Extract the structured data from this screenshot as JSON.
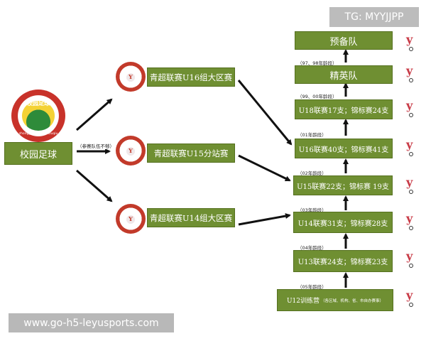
{
  "root": {
    "label": "校园足球",
    "note": "（参赛队伍不够）"
  },
  "middle": [
    {
      "label": "青超联赛U16组大区赛"
    },
    {
      "label": "青超联赛U15分站赛"
    },
    {
      "label": "青超联赛U14组大区赛"
    }
  ],
  "ladder": [
    {
      "label": "预备队"
    },
    {
      "label": "精英队",
      "age_note": "（97、98年龄段）"
    },
    {
      "label": "U18联赛17支；锦标赛24支",
      "age_note": "（99、00年龄段）"
    },
    {
      "label": "U16联赛40支；锦标赛41支",
      "age_note": "（01年龄段）"
    },
    {
      "label": "U15联赛22支；锦标赛 19支",
      "age_note": "（02年龄段）"
    },
    {
      "label": "U14联赛31支；锦标赛28支",
      "age_note": "（03年龄段）"
    },
    {
      "label": "U13联赛24支；锦标赛23支",
      "age_note": "（04年龄段）"
    },
    {
      "label": "U12训练营",
      "extra": "（各区域、机构、省、市自办赛事）",
      "age_note": "（05年龄段）"
    }
  ],
  "badge_text": {
    "top": "校园足球",
    "bottom": "zhongguoxiaoyuanzuqiu"
  },
  "colors": {
    "box_fill": "#6f8f32",
    "box_border": "#55701f",
    "arrow": "#111111",
    "logo_red": "#c83a46"
  },
  "icons": {
    "seal": "youth-league-seal",
    "mini": "youth-league-logo"
  },
  "overlays": {
    "tg": "TG: MYYJJPP",
    "watermark": "www.go-h5-leyusports.com"
  }
}
